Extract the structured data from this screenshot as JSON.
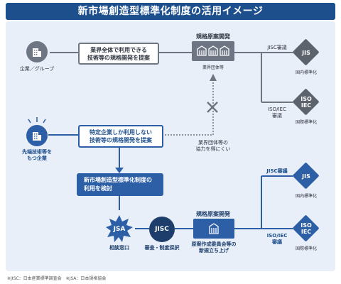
{
  "title": "新市場創造型標準化制度の活用イメージ",
  "company_group": {
    "label": "企業／グループ"
  },
  "top_proposal": {
    "line1": "業界全体で利用できる",
    "line2": "技術等の規格開発を提案"
  },
  "industry_dev": {
    "heading": "規格原案開発",
    "label": "業界団体等"
  },
  "top_jis": {
    "deliberation": "JISC審議",
    "badge": "JIS",
    "caption": "国内標準化"
  },
  "top_iso": {
    "deliberation_line1": "ISO/IEC",
    "deliberation_line2": "審議",
    "badge_line1": "ISO",
    "badge_line2": "IEC",
    "caption": "国際標準化"
  },
  "advanced_company": {
    "line1": "先端技術等を",
    "line2": "もつ企業"
  },
  "mid_proposal": {
    "line1": "特定企業しか利用しない",
    "line2": "技術等の規格開発を提案"
  },
  "blocked_note": {
    "line1": "業界団体等の",
    "line2": "協力を得にくい"
  },
  "new_system_box": {
    "line1": "新市場創造型標準化制度の",
    "line2": "利用を検討"
  },
  "jsa": {
    "badge": "JSA",
    "caption": "相談窓口"
  },
  "jisc": {
    "badge": "JISC",
    "caption": "審査・制度採択"
  },
  "committee_dev": {
    "heading": "規格原案開発",
    "caption_line1": "原案作成委員会等の",
    "caption_line2": "新規立ち上げ"
  },
  "bottom_jis": {
    "deliberation": "JISC審議",
    "badge": "JIS",
    "caption": "国内標準化"
  },
  "bottom_iso": {
    "deliberation_line1": "ISO/IEC",
    "deliberation_line2": "審議",
    "badge_line1": "ISO",
    "badge_line2": "IEC",
    "caption": "国際標準化"
  },
  "footnote": "※JISC：日本産業標準調査会　※JSA：日本規格協会",
  "colors": {
    "navy": "#1d4f8d",
    "blue": "#2c5fa6",
    "grey": "#6e7683",
    "diamond_grey": "#5d636d",
    "panel": "#e8eff8"
  }
}
